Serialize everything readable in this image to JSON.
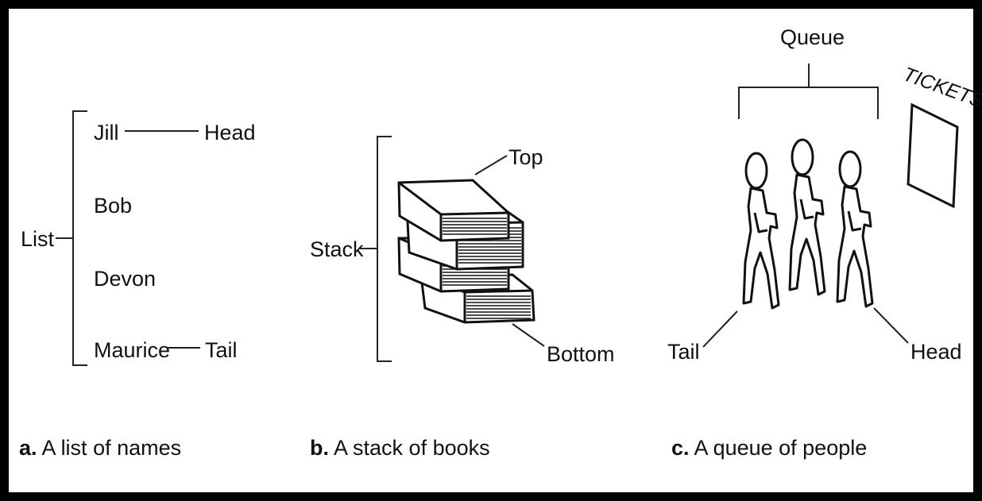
{
  "list": {
    "label": "List",
    "items": [
      "Jill",
      "Bob",
      "Devon",
      "Maurice"
    ],
    "head_label": "Head",
    "tail_label": "Tail",
    "caption_letter": "a.",
    "caption_text": " A list of names"
  },
  "stack": {
    "label": "Stack",
    "top_label": "Top",
    "bottom_label": "Bottom",
    "caption_letter": "b.",
    "caption_text": " A stack of books"
  },
  "queue": {
    "label": "Queue",
    "tickets_label": "TICKETS",
    "tail_label": "Tail",
    "head_label": "Head",
    "caption_letter": "c.",
    "caption_text": " A queue of people"
  }
}
